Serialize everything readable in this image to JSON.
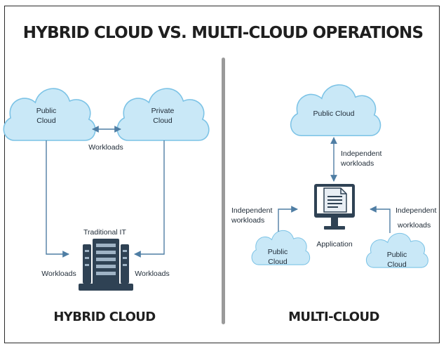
{
  "title": "HYBRID CLOUD VS. MULTI-CLOUD OPERATIONS",
  "hybrid": {
    "heading": "HYBRID CLOUD",
    "public_cloud": [
      "Public",
      "Cloud"
    ],
    "private_cloud": [
      "Private",
      "Cloud"
    ],
    "top_workloads": "Workloads",
    "traditional_it": "Traditional IT",
    "left_workloads": "Workloads",
    "right_workloads": "Workloads"
  },
  "multi": {
    "heading": "MULTI-CLOUD",
    "top_cloud": "Public Cloud",
    "top_link": [
      "Independent",
      "workloads"
    ],
    "application": "Application",
    "left_link": [
      "Independent",
      "workloads"
    ],
    "right_link": [
      "Independent",
      "workloads"
    ],
    "left_cloud": [
      "Public",
      "Cloud"
    ],
    "right_cloud": [
      "Public",
      "Cloud"
    ]
  },
  "colors": {
    "cloud_fill": "#c9e8f7",
    "cloud_stroke": "#7cc3e6",
    "connector": "#4f7ea4",
    "icon_dark": "#2f4254",
    "divider": "#9a9a9a"
  }
}
